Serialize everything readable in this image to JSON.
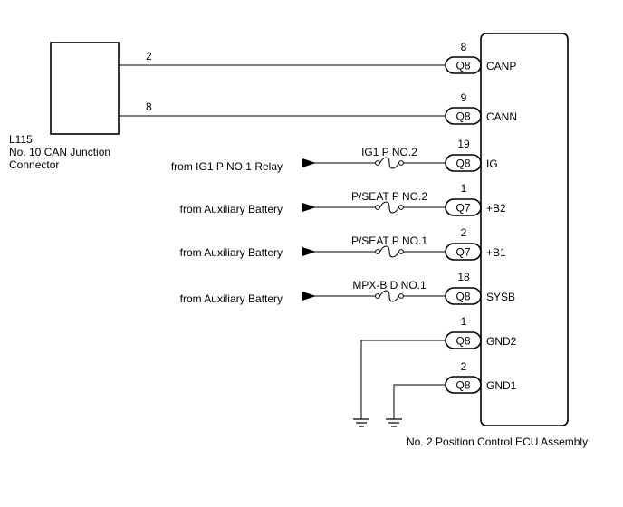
{
  "left_connector": {
    "id": "L115",
    "name_line1": "No. 10 CAN Junction",
    "name_line2": "Connector",
    "pins": [
      "2",
      "8"
    ]
  },
  "ecu": {
    "name": "No. 2 Position Control ECU Assembly"
  },
  "rows": [
    {
      "pin": "8",
      "connector": "Q8",
      "terminal": "CANP",
      "source": "",
      "fuse": ""
    },
    {
      "pin": "9",
      "connector": "Q8",
      "terminal": "CANN",
      "source": "",
      "fuse": ""
    },
    {
      "pin": "19",
      "connector": "Q8",
      "terminal": "IG",
      "source": "from IG1 P NO.1 Relay",
      "fuse": "IG1 P NO.2"
    },
    {
      "pin": "1",
      "connector": "Q7",
      "terminal": "+B2",
      "source": "from Auxiliary Battery",
      "fuse": "P/SEAT P NO.2"
    },
    {
      "pin": "2",
      "connector": "Q7",
      "terminal": "+B1",
      "source": "from Auxiliary Battery",
      "fuse": "P/SEAT P NO.1"
    },
    {
      "pin": "18",
      "connector": "Q8",
      "terminal": "SYSB",
      "source": "from Auxiliary Battery",
      "fuse": "MPX-B D NO.1"
    },
    {
      "pin": "1",
      "connector": "Q8",
      "terminal": "GND2",
      "source": "",
      "fuse": ""
    },
    {
      "pin": "2",
      "connector": "Q8",
      "terminal": "GND1",
      "source": "",
      "fuse": ""
    }
  ]
}
